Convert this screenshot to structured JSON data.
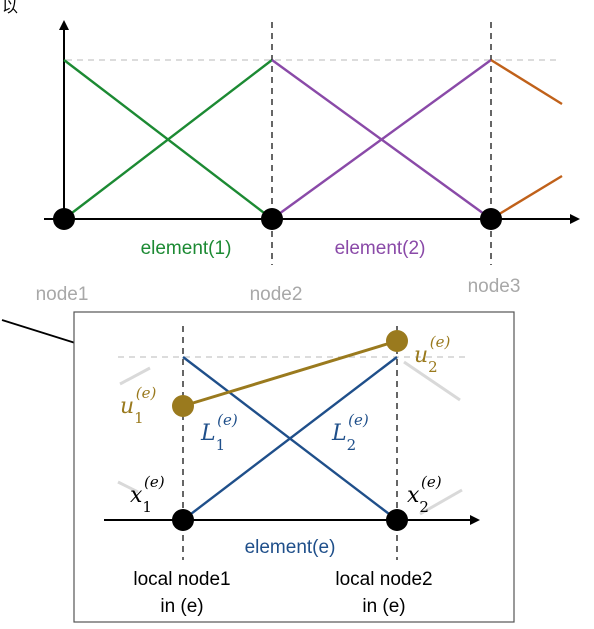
{
  "top_left_glyph": "以",
  "global": {
    "nodes": [
      {
        "label": "node1"
      },
      {
        "label": "node2"
      },
      {
        "label": "node3"
      }
    ],
    "elements": [
      {
        "label": "element(1)",
        "color": "#1c8a33"
      },
      {
        "label": "element(2)",
        "color": "#8a4aa8"
      }
    ],
    "partial_color": "#c0611a"
  },
  "local": {
    "element_label": "element(e)",
    "basis_color": "#1f4f8a",
    "interp_color": "#9a7a1e",
    "node1_label_line1": "local node1",
    "node1_label_line2": "in (e)",
    "node2_label_line1": "local node2",
    "node2_label_line2": "in (e)",
    "x1": {
      "base": "x",
      "sub": "1",
      "sup": "(e)"
    },
    "x2": {
      "base": "x",
      "sub": "2",
      "sup": "(e)"
    },
    "u1": {
      "base": "u",
      "sub": "1",
      "sup": "(e)"
    },
    "u2": {
      "base": "u",
      "sub": "2",
      "sup": "(e)"
    },
    "L1": {
      "base": "L",
      "sub": "1",
      "sup": "(e)"
    },
    "L2": {
      "base": "L",
      "sub": "2",
      "sup": "(e)"
    }
  }
}
